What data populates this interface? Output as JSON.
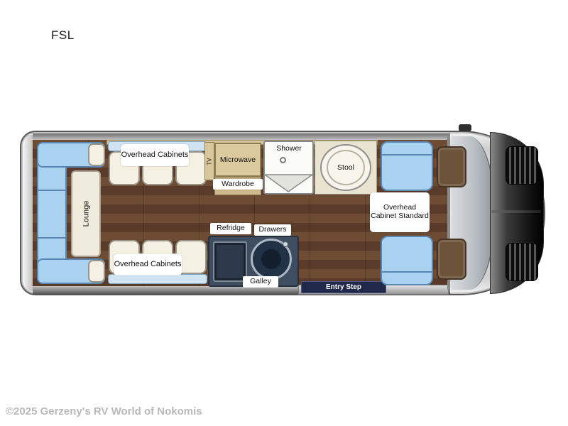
{
  "title": "FSL",
  "watermark": "©2025 Gerzeny's RV World of Nokomis",
  "labels": {
    "lounge": "Lounge",
    "overhead_cabinets": "Overhead Cabinets",
    "tv": "TV",
    "microwave": "Microwave",
    "wardrobe": "Wardrobe",
    "shower": "Shower",
    "stool": "Stool",
    "overhead_cabinet_standard": "Overhead Cabinet Standard",
    "refridge": "Refridge",
    "drawers": "Drawers",
    "galley": "Galley",
    "entry_step": "Entry Step"
  },
  "colors": {
    "seat_blue": "#a9d2f0",
    "seat_blue_border": "#5b87b5",
    "floor_brown": "#5f3f2b",
    "cabinet_tan": "#d9c79c",
    "cushion_cream": "#f4f0e2",
    "galley_slate": "#3e4e60",
    "entry_navy": "#20294a",
    "shell_gray": "#d9d9d9",
    "nose_black": "#161616"
  }
}
